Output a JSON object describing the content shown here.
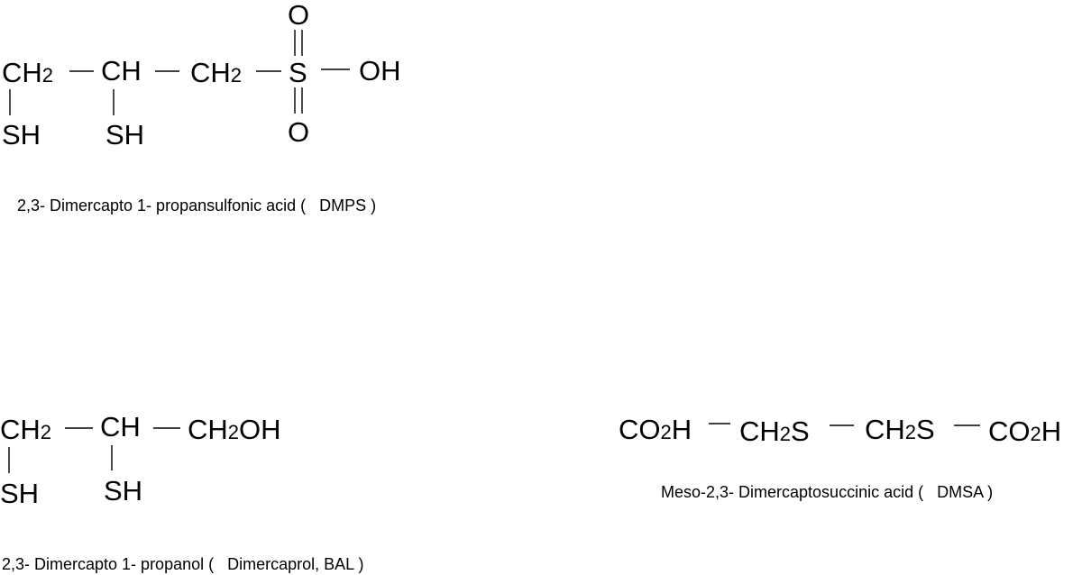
{
  "molecules": {
    "dmps": {
      "caption": "2,3- Dimercapto 1- propansulfonic acid (   DMPS )",
      "ch2_a": "CH",
      "ch2_a_sub": "2",
      "ch": "CH",
      "ch2_b": "CH",
      "ch2_b_sub": "2",
      "s": "S",
      "oh": "OH",
      "o_top": "O",
      "o_bottom": "O",
      "sh_1": "SH",
      "sh_2": "SH"
    },
    "bal": {
      "caption": "2,3- Dimercapto 1- propanol (   Dimercaprol, BAL )",
      "ch2_a": "CH",
      "ch2_a_sub": "2",
      "ch": "CH",
      "ch2oh": "CH",
      "ch2oh_sub": "2",
      "ch2oh_tail": "OH",
      "sh_1": "SH",
      "sh_2": "SH"
    },
    "dmsa": {
      "caption": "Meso-2,3- Dimercaptosuccinic acid (   DMSA )",
      "co2h_a": "CO",
      "co2h_a_sub": "2",
      "co2h_a_tail": "H",
      "ch2s_a": "CH",
      "ch2s_a_sub": "2",
      "ch2s_a_tail": "S",
      "ch2s_b": "CH",
      "ch2s_b_sub": "2",
      "ch2s_b_tail": "S",
      "co2h_b": "CO",
      "co2h_b_sub": "2",
      "co2h_b_tail": "H"
    }
  }
}
